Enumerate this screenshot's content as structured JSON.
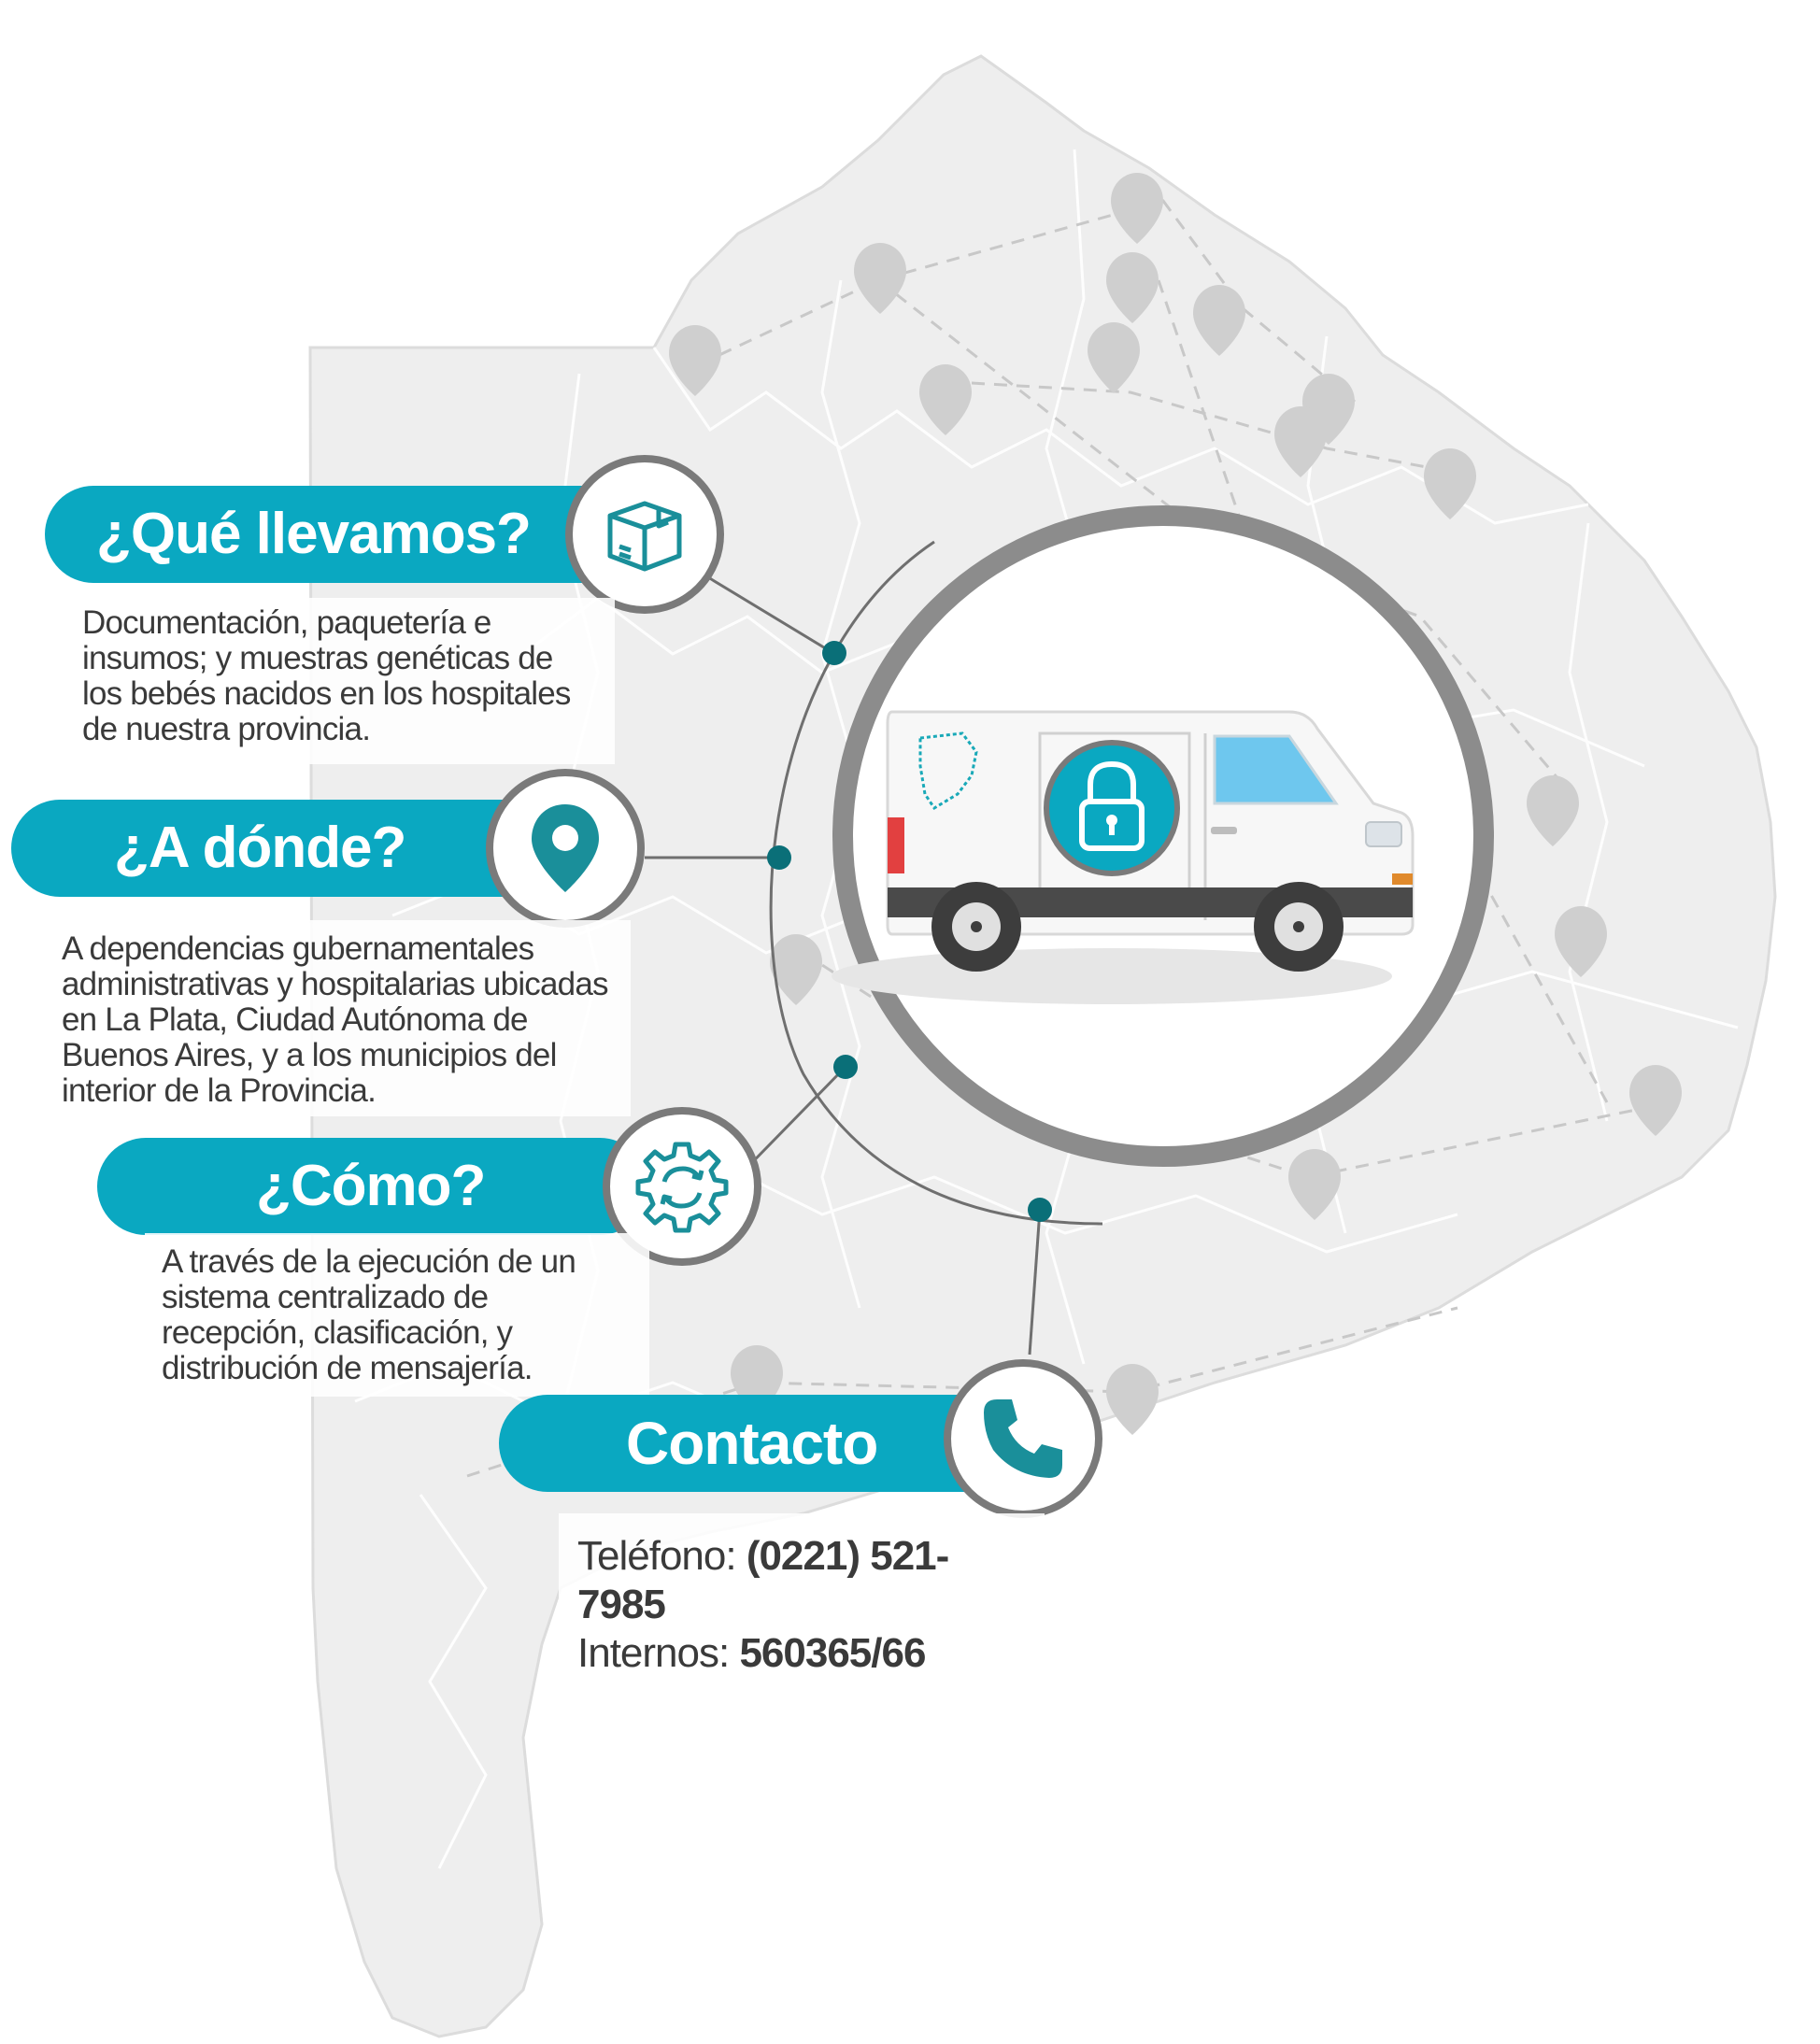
{
  "colors": {
    "accent": "#0aa8c1",
    "ring": "#7a7a7a",
    "connector": "#0a6f78",
    "map": "#eeeeee",
    "text": "#3a3a3a"
  },
  "sections": {
    "que": {
      "title": "¿Qué llevamos?",
      "icon": "box-icon",
      "text": "Documentación, paquetería e insumos; y muestras genéticas de los bebés nacidos en los hospitales de nuestra provincia."
    },
    "donde": {
      "title": "¿A dónde?",
      "icon": "location-pin-icon",
      "text": "A dependencias gubernamentales administrativas y hospitalarias ubicadas en La Plata, Ciudad Autónoma de Buenos Aires, y a los municipios del interior de la Provincia."
    },
    "como": {
      "title": "¿Cómo?",
      "icon": "gear-sync-icon",
      "text": "A través de la ejecución de un sistema centralizado de recepción, clasificación, y distribución de mensajería."
    },
    "contacto": {
      "title": "Contacto",
      "icon": "phone-icon",
      "phone_label": "Teléfono:",
      "phone_value": "(0221) 521-7985",
      "ext_label": "Internos:",
      "ext_value": "560365/66"
    }
  },
  "center": {
    "icon": "delivery-van-icon",
    "badge_icon": "lock-icon"
  },
  "map_icons": "map-pin-icon"
}
